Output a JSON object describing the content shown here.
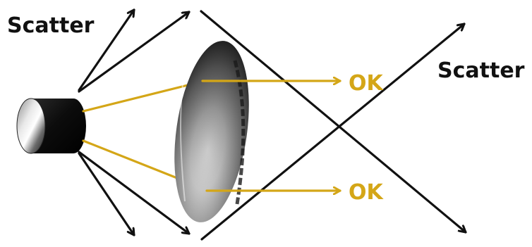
{
  "labels": {
    "scatter_left": "Scatter",
    "scatter_right": "Scatter",
    "ok_top": "OK",
    "ok_bottom": "OK"
  },
  "colors": {
    "scatter": "#111111",
    "ok": "#d4a617"
  },
  "icons": {
    "source": "lamp-cylinder-icon",
    "lens": "lens-disc-icon"
  }
}
